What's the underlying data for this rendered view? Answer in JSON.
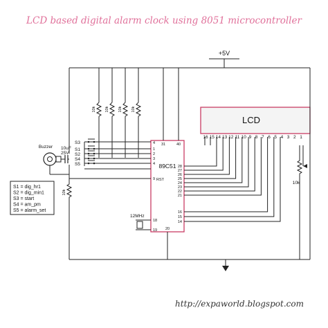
{
  "title": "LCD based digital alarm clock using 8051 microcontroller",
  "url": "http://expaworld.blogspot.com",
  "power_label": "+5V",
  "lcd_label": "LCD",
  "mcu_label": "89C51",
  "crystal_label": "12MHz",
  "buzzer_label": "Buzzer",
  "capacitor_label": "10uF",
  "capacitor_voltage": "25V",
  "pot_label": "10k",
  "reset_pin_label": "RST",
  "resistors": [
    "10k",
    "10k",
    "10k",
    "10k",
    "10k"
  ],
  "lcd_pins": [
    "16",
    "15",
    "14",
    "13",
    "12",
    "11",
    "10",
    "9",
    "8",
    "7",
    "6",
    "5",
    "4",
    "3",
    "2",
    "1"
  ],
  "mcu_left_pins": [
    "4",
    "1",
    "2",
    "3",
    "4",
    "9",
    "18",
    "19"
  ],
  "mcu_top_pins": [
    "31",
    "40"
  ],
  "mcu_right_pins": [
    "28",
    "27",
    "26",
    "25",
    "24",
    "23",
    "22",
    "21",
    "16",
    "15",
    "14"
  ],
  "mcu_bottom_pins": [
    "20"
  ],
  "switches": [
    "S1",
    "S2",
    "S3",
    "S4",
    "S5"
  ],
  "legend": [
    "S1 = dig_hr1",
    "S2 = dig_min1",
    "S3 = start",
    "S4 = am_pm",
    "S5 = alarm_set"
  ],
  "colors": {
    "title": "#e0709a",
    "lcd_border": "#c83c64",
    "lcd_fill": "#f4f4f4",
    "chip_border": "#c83c64",
    "wire": "#222222"
  }
}
